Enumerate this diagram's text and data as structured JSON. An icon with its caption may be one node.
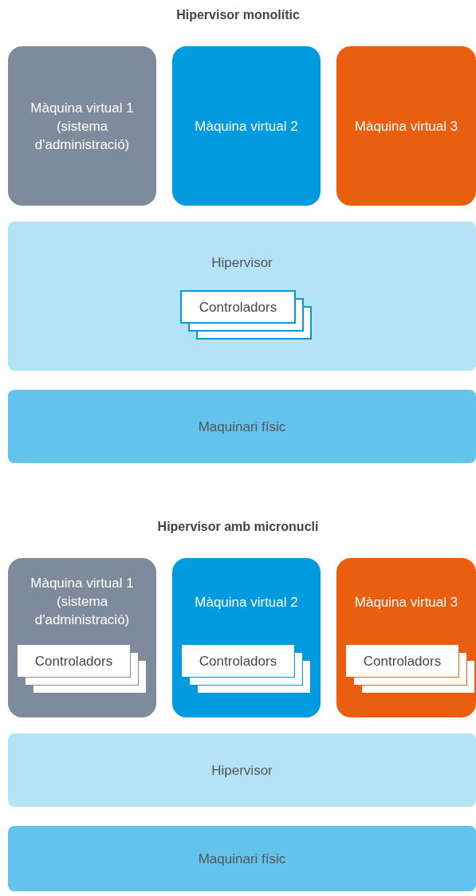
{
  "diagram": {
    "nodes": [
      {
        "text": [
          "Màquina virtual 1 (sistema d'administració)"
        ]
      },
      {
        "text": [
          "Màquina virtual 2"
        ]
      },
      {
        "text": [
          "Màquina virtual 3"
        ]
      },
      {
        "text": [
          "Hipervisor"
        ]
      },
      {
        "text": [
          "Controladors"
        ],
        "in": 3
      },
      {
        "text": [
          "Maquinari físic"
        ]
      },
      {
        "text": [
          "Màquina virtual 1 (sistema d'administració)"
        ]
      },
      {
        "text": [
          "Controladors"
        ],
        "in": 6
      },
      {
        "text": [
          "Màquina virtual 2"
        ]
      },
      {
        "text": [
          "Controladors"
        ],
        "in": 8
      },
      {
        "text": [
          "Màquina virtual 3"
        ]
      },
      {
        "text": [
          "Controladors"
        ],
        "in": 10
      },
      {
        "text": [
          "Hipervisor"
        ]
      },
      {
        "text": [
          "Maquinari físic"
        ]
      }
    ],
    "labels": [
      "Hipervisor monolític",
      "Hipervisor amb micronucli"
    ]
  }
}
